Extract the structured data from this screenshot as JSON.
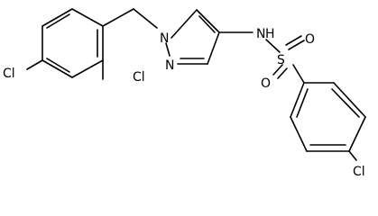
{
  "molecule": {
    "atom_labels": {
      "cl_left": "Cl",
      "cl_ortho": "Cl",
      "n1": "N",
      "n2": "N",
      "nh": "N",
      "h": "H",
      "s": "S",
      "o_top": "O",
      "o_bottom": "O",
      "cl_right": "Cl"
    },
    "colors": {
      "bond": "#000000",
      "text": "#000000",
      "background": "#ffffff"
    }
  }
}
